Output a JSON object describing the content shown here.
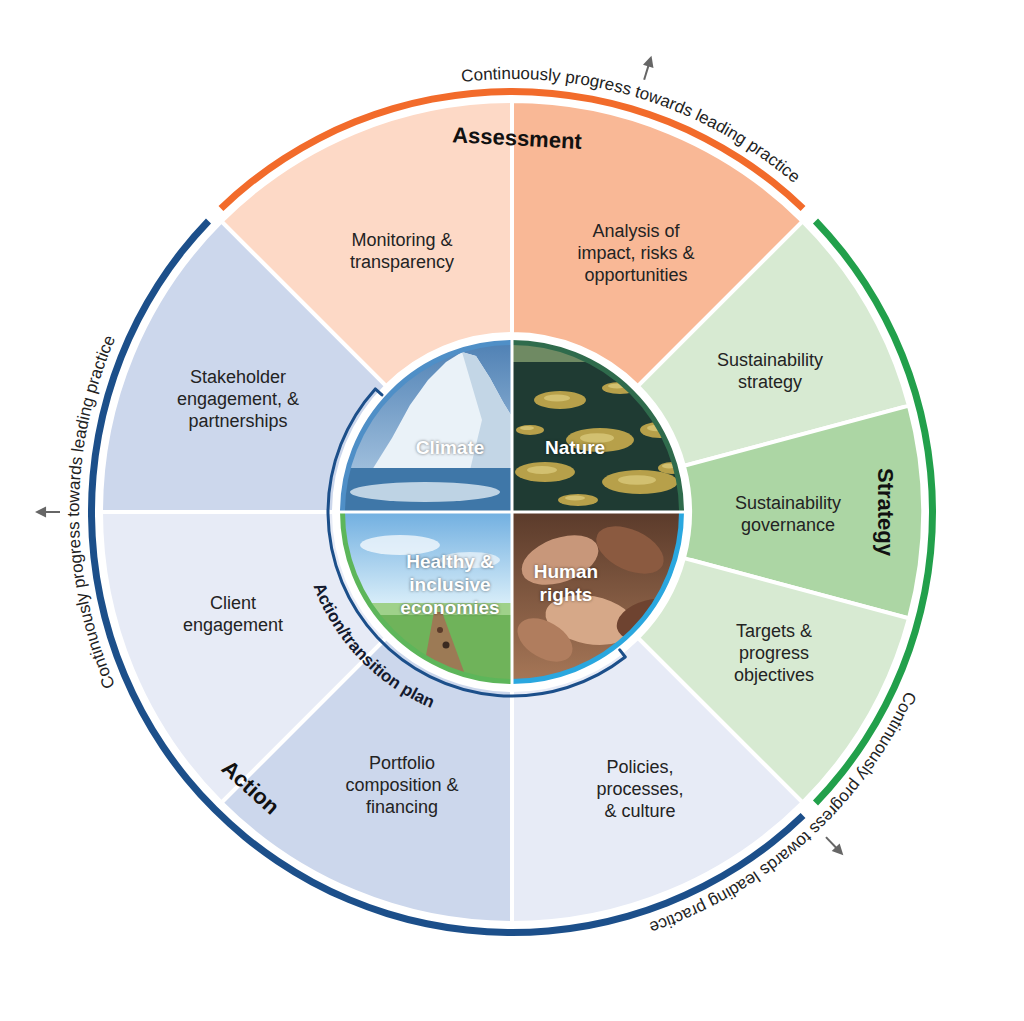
{
  "diagram": {
    "nodes": [
      {
        "text": [
          "Assessment"
        ]
      },
      {
        "text": [
          "Monitoring & transparency"
        ],
        "in": 0
      },
      {
        "text": [
          "Analysis of impact, risks & opportunities"
        ],
        "in": 0
      },
      {
        "text": [
          "Strategy"
        ]
      },
      {
        "text": [
          "Sustainability strategy"
        ],
        "in": 3
      },
      {
        "text": [
          "Sustainability governance"
        ],
        "in": 3
      },
      {
        "text": [
          "Targets & progress objectives"
        ],
        "in": 3
      },
      {
        "text": [
          "Action"
        ]
      },
      {
        "text": [
          "Policies, processes, & culture"
        ],
        "in": 7
      },
      {
        "text": [
          "Portfolio composition & financing"
        ],
        "in": 7
      },
      {
        "text": [
          "Client engagement"
        ],
        "in": 7
      },
      {
        "text": [
          "Stakeholder engagement, & partnerships"
        ],
        "in": 7
      },
      {
        "text": [
          "Climate"
        ]
      },
      {
        "text": [
          "Nature"
        ]
      },
      {
        "text": [
          "Healthy & inclusive economies"
        ]
      },
      {
        "text": [
          "Human rights"
        ]
      }
    ],
    "labels": [
      "Continuously progress towards leading practice",
      "Continuously progress towards leading practice",
      "Continuously progress towards leading practice",
      "Action/transition plan"
    ]
  }
}
